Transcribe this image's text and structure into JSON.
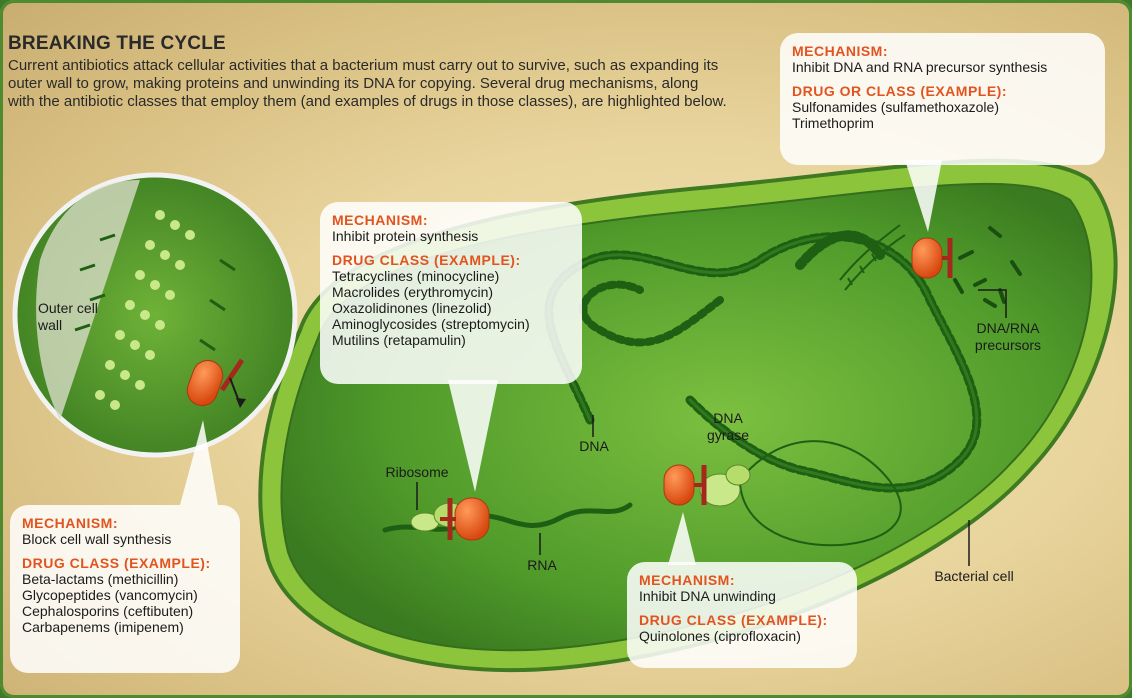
{
  "title": "BREAKING THE CYCLE",
  "intro": "Current antibiotics attack cellular activities that a bacterium must carry out to survive, such as expanding its outer wall to grow, making proteins and unwinding its DNA for copying. Several drug mechanisms, along with the antibiotic classes that employ them (and examples of drugs in those classes), are highlighted below.",
  "callouts": {
    "dna_rna": {
      "mech_heading": "MECHANISM:",
      "mechanism": "Inhibit DNA and RNA precursor synthesis",
      "drug_heading": "DRUG OR CLASS (EXAMPLE):",
      "drugs": [
        "Sulfonamides (sulfamethoxazole)",
        "Trimethoprim"
      ]
    },
    "protein": {
      "mech_heading": "MECHANISM:",
      "mechanism": "Inhibit protein synthesis",
      "drug_heading": "DRUG CLASS (EXAMPLE):",
      "drugs": [
        "Tetracyclines (minocycline)",
        "Macrolides (erythromycin)",
        "Oxazolidinones (linezolid)",
        "Aminoglycosides (streptomycin)",
        "Mutilins (retapamulin)"
      ]
    },
    "cell_wall": {
      "mech_heading": "MECHANISM:",
      "mechanism": "Block cell wall synthesis",
      "drug_heading": "DRUG CLASS (EXAMPLE):",
      "drugs": [
        "Beta-lactams (methicillin)",
        "Glycopeptides (vancomycin)",
        "Cephalosporins (ceftibuten)",
        "Carbapenems (imipenem)"
      ]
    },
    "unwinding": {
      "mech_heading": "MECHANISM:",
      "mechanism": "Inhibit DNA unwinding",
      "drug_heading": "DRUG CLASS (EXAMPLE):",
      "drugs": [
        "Quinolones (ciprofloxacin)"
      ]
    }
  },
  "labels": {
    "outer_wall": "Outer cell wall",
    "ribosome": "Ribosome",
    "rna": "RNA",
    "dna": "DNA",
    "dna_gyrase": "DNA gyrase",
    "dna_rna_precursors": "DNA/RNA precursors",
    "bacterial_cell": "Bacterial cell"
  },
  "colors": {
    "cell_green": "#5aa632",
    "wall_green": "#8cc43c",
    "drug_orange": "#e2541f",
    "inhibitor_red": "#a4281c",
    "heading_orange": "#e2541f"
  }
}
